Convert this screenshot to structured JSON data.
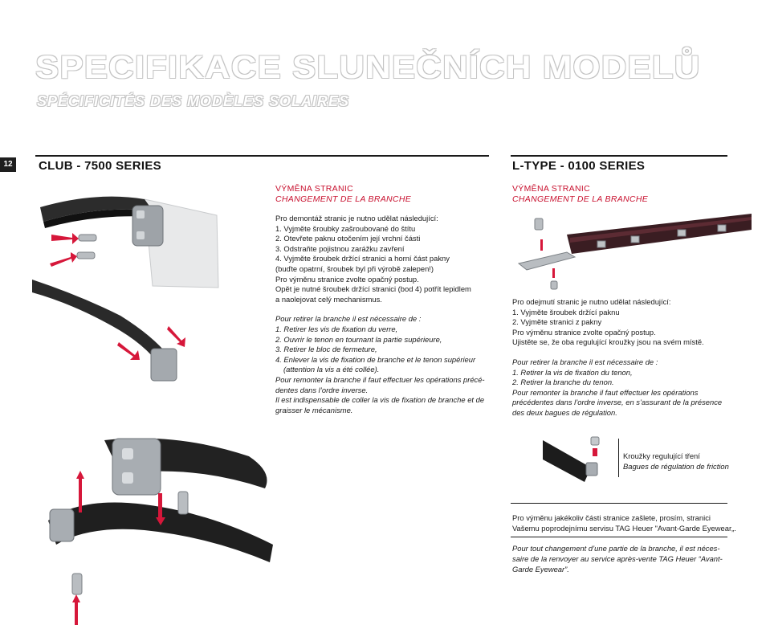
{
  "header": {
    "title": "SPECIFIKACE SLUNEČNÍCH MODELŮ",
    "subtitle": "SPÉCIFICITÉS DES MODÈLES SOLAIRES",
    "page_number": "12"
  },
  "left": {
    "series_title": "CLUB - 7500 SERIES",
    "heading_cz": "VÝMĚNA STRANIC",
    "heading_fr": "CHANGEMENT DE LA BRANCHE",
    "cz_lines": [
      "Pro demontáž stranic je nutno udělat následující:",
      "1. Vyjměte šroubky zašroubované do štítu",
      "2. Otevřete paknu otočením její vrchní části",
      "3. Odstraňte pojistnou zarážku zavření",
      "4. Vyjměte šroubek držící stranici a horní část pakny",
      "(buďte opatrní, šroubek byl při výrobě zalepen!)",
      "Pro výměnu stranice zvolte opačný postup.",
      "Opět je nutné šroubek držící stranici (bod 4) potřít lepidlem",
      "a naolejovat celý mechanismus."
    ],
    "fr_lines": [
      "Pour retirer la branche il est nécessaire de :",
      "1. Retirer les vis de fixation du verre,",
      "2. Ouvrir le tenon en tournant la partie supérieure,",
      "3. Retirer le bloc de fermeture,",
      "4. Enlever la vis de fixation de branche et le tenon supérieur",
      "(attention la vis a été collée).",
      "Pour remonter la branche il faut effectuer les opérations précé-",
      "dentes dans l’ordre inverse.",
      "Il est indispensable de coller la vis de fixation de branche et de",
      "graisser le mécanisme."
    ]
  },
  "right": {
    "series_title": "L-TYPE - 0100 SERIES",
    "heading_cz": "VÝMĚNA STRANIC",
    "heading_fr": "CHANGEMENT DE LA BRANCHE",
    "cz_lines": [
      "Pro odejmutí stranic je nutno udělat následující:",
      "1. Vyjměte šroubek držící paknu",
      "2. Vyjměte stranici z pakny",
      "Pro výměnu stranice zvolte opačný postup.",
      "Ujistěte se, že oba regulující kroužky jsou na svém místě."
    ],
    "fr_lines": [
      "Pour retirer la branche il est nécessaire de :",
      "1. Retirer la vis de fixation du tenon,",
      "2. Retirer la branche du tenon.",
      "Pour remonter la branche il faut effectuer les opérations",
      "précédentes dans l’ordre inverse, en s’assurant de la présence",
      "des deux bagues de régulation."
    ],
    "ring_caption_cz": "Kroužky regulující tření",
    "ring_caption_fr": "Bagues de régulation de friction",
    "service_cz_1": "Pro výměnu jakékoliv části stranice zašlete, prosím, stranici",
    "service_cz_2": "Vašemu poprodejnímu servisu TAG Heuer \"Avant-Garde Eyewear„.",
    "service_fr_1": "Pour tout changement d’une partie de la branche, il est néces-",
    "service_fr_2": "saire de la renvoyer au service après-vente TAG Heuer “Avant-",
    "service_fr_3": "Garde Eyewear”."
  },
  "colors": {
    "accent_red": "#c8102e",
    "text": "#1a1a1a",
    "outline_gray": "#c4c4c4"
  }
}
